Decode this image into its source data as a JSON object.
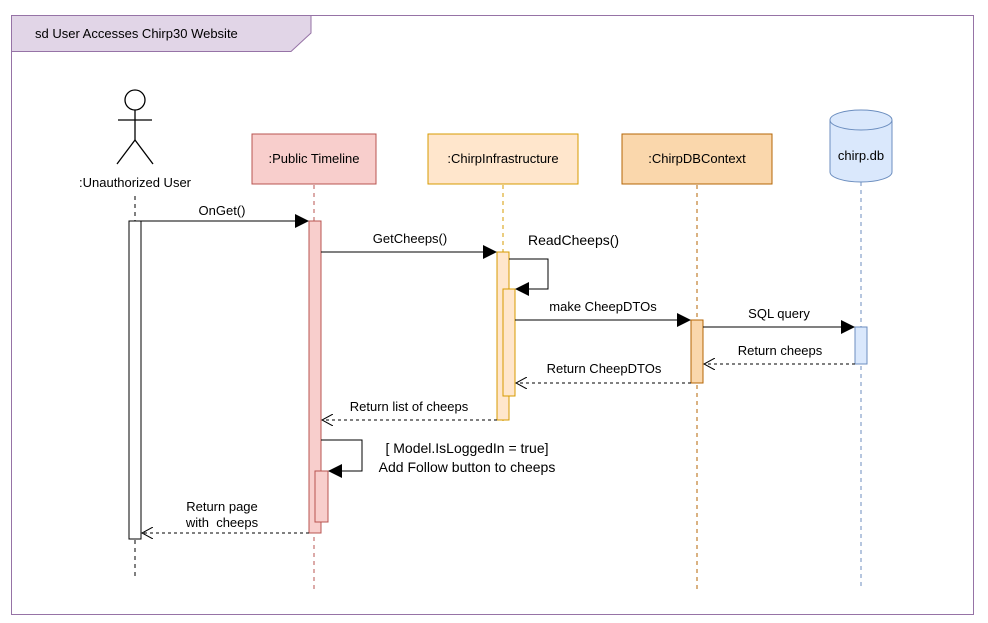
{
  "frame": {
    "title": "sd User Accesses Chirp30 Website",
    "border_color": "#9673a6",
    "tab_fill": "#e1d5e7"
  },
  "lifelines": {
    "user": {
      "label": ":Unauthorized User"
    },
    "timeline": {
      "label": ":Public Timeline",
      "fill": "#f8cecc",
      "stroke": "#b85450"
    },
    "infra": {
      "label": ":ChirpInfrastructure",
      "fill": "#ffe6cc",
      "stroke": "#d79b00"
    },
    "dbcontext": {
      "label": ":ChirpDBContext",
      "fill": "#fad7ac",
      "stroke": "#b46504"
    },
    "db": {
      "label": "chirp.db",
      "fill": "#dae8fc",
      "stroke": "#6c8ebf"
    }
  },
  "messages": {
    "onget": "OnGet()",
    "getcheeps": "GetCheeps()",
    "readcheeps": "ReadCheeps()",
    "make_dtos": "make CheepDTOs",
    "sql_query": "SQL query",
    "return_cheeps": "Return cheeps",
    "return_dtos": "Return CheepDTOs",
    "return_list": "Return list of cheeps",
    "guard": "[ Model.IsLoggedIn = true]",
    "add_follow": "Add Follow button to cheeps",
    "return_page_1": "Return page",
    "return_page_2": "with  cheeps"
  }
}
